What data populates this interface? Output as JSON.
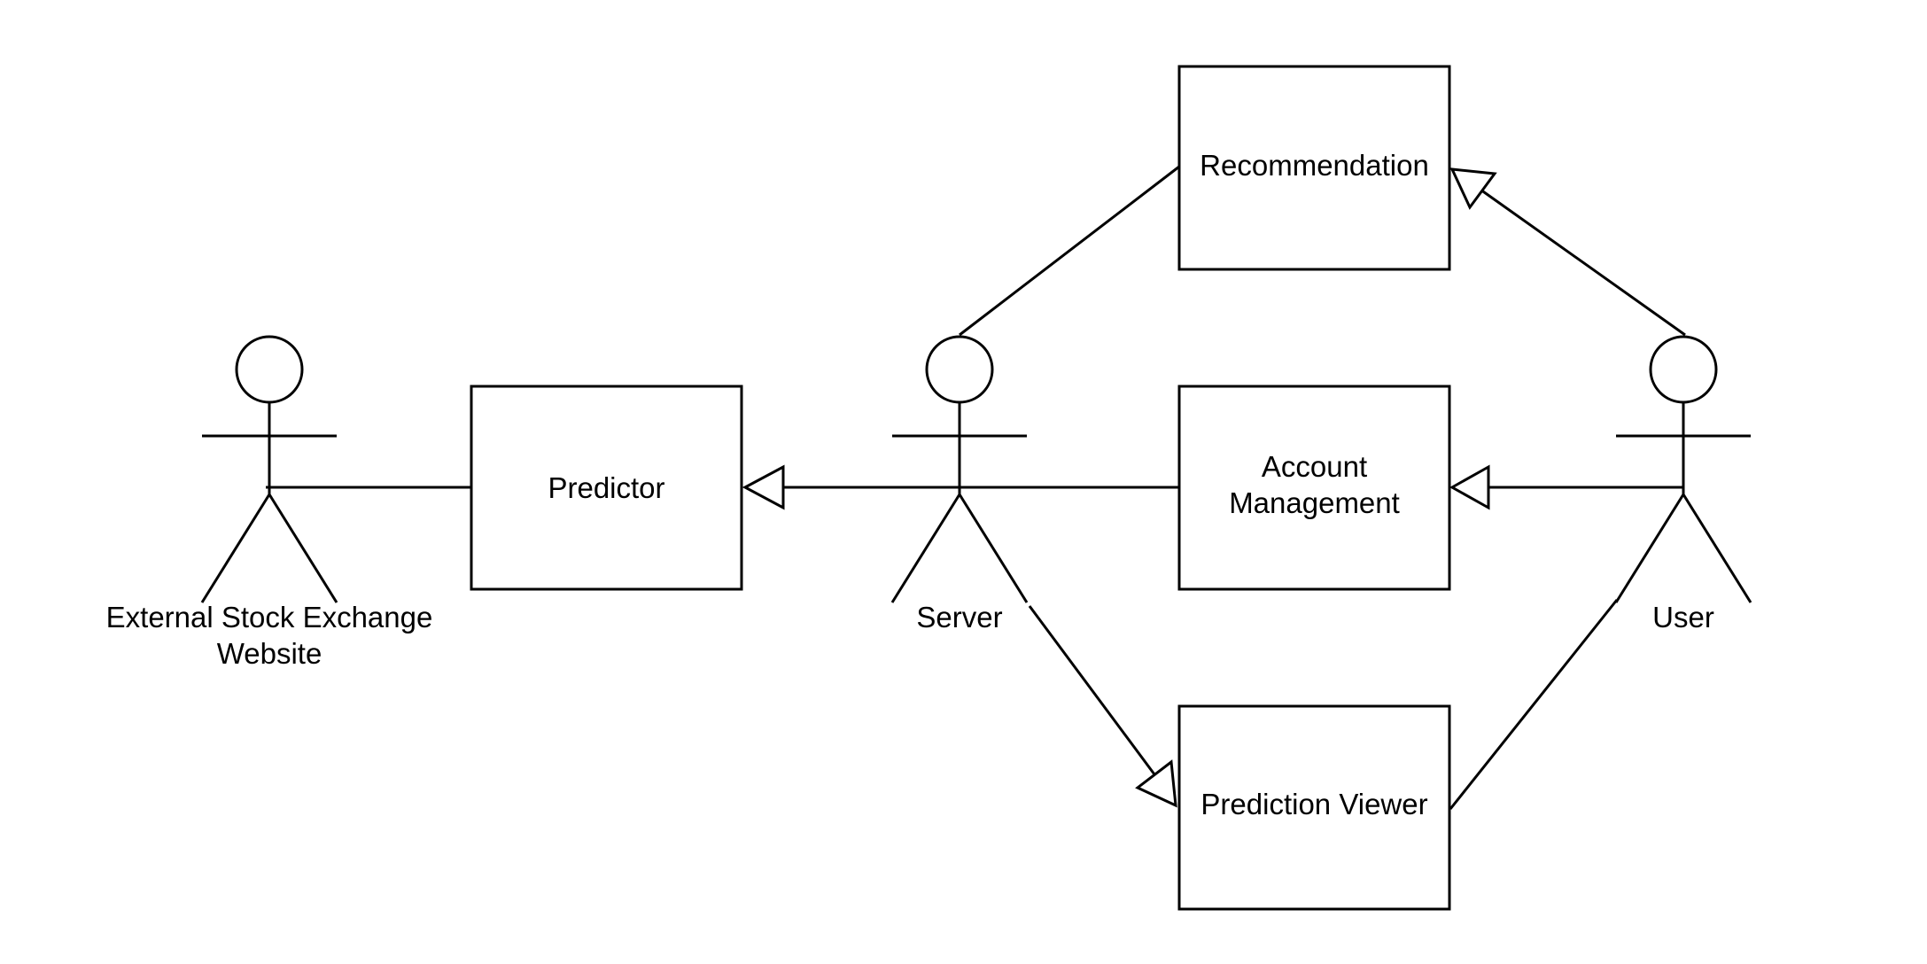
{
  "actors": {
    "external": "External Stock Exchange\nWebsite",
    "server": "Server",
    "user": "User"
  },
  "use_cases": {
    "predictor": "Predictor",
    "recommendation": "Recommendation",
    "account_management": "Account\nManagement",
    "prediction_viewer": "Prediction Viewer"
  }
}
